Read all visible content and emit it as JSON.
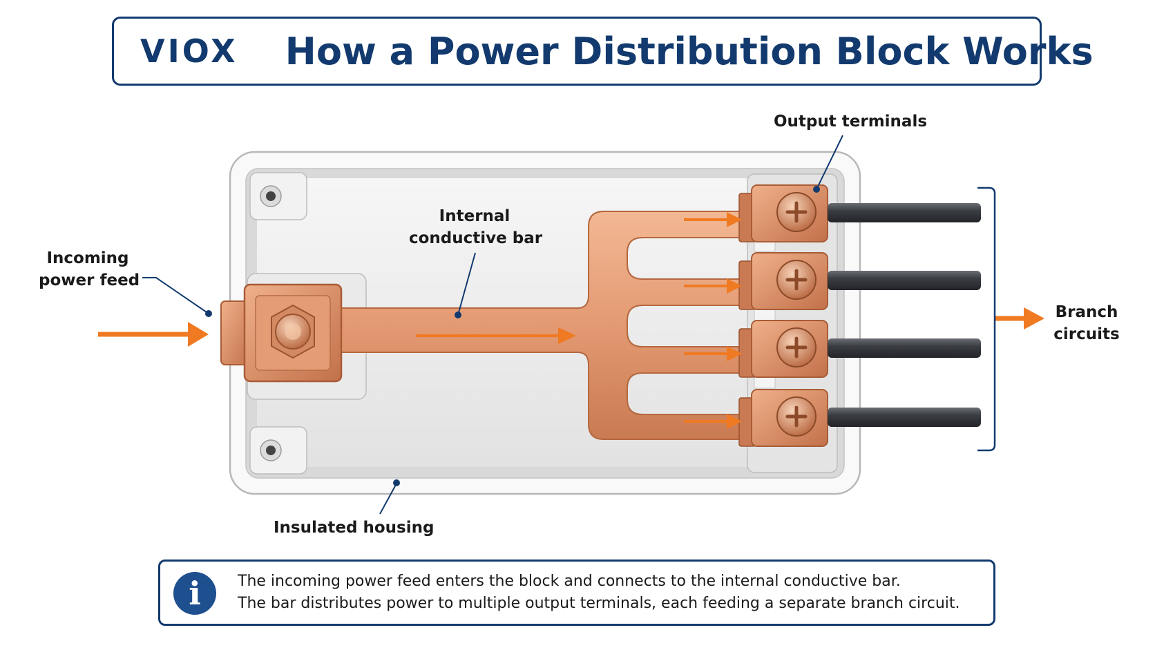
{
  "header": {
    "brand": "VIOX",
    "title": "How a Power Distribution Block Works"
  },
  "labels": {
    "incoming_line1": "Incoming",
    "incoming_line2": "power feed",
    "internal_line1": "Internal",
    "internal_line2": "conductive bar",
    "output_terminals": "Output terminals",
    "branch_line1": "Branch",
    "branch_line2": "circuits",
    "housing": "Insulated housing"
  },
  "info": {
    "icon": "info-icon",
    "line1": "The incoming power feed enters the block and connects to the internal conductive bar.",
    "line2": "The bar distributes power to multiple output terminals, each feeding a separate branch circuit."
  },
  "colors": {
    "navy": "#123a6e",
    "copper": "#e09a72",
    "arrow_orange": "#f07a22",
    "housing": "#eeeeee",
    "cable": "#3a3d42"
  }
}
